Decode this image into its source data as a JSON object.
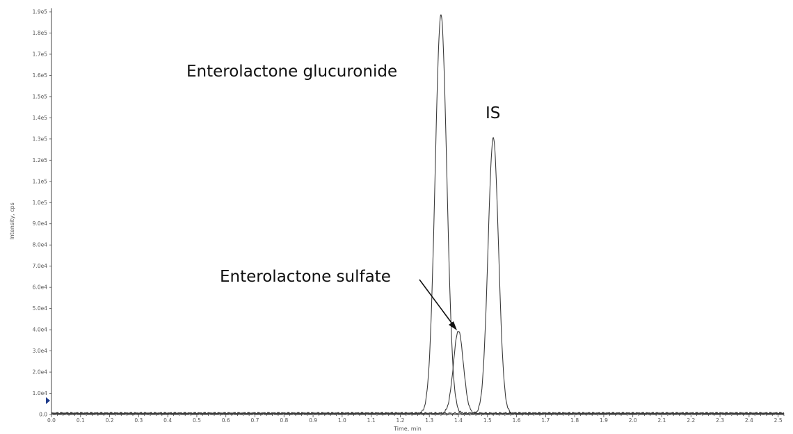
{
  "chart_data": {
    "type": "line",
    "title": "",
    "xlabel": "Time, min",
    "ylabel": "Intensity, cps",
    "xlim": [
      0,
      25.2
    ],
    "ylim": [
      0,
      190000
    ],
    "x_ticks": [
      "0.0",
      "0.1",
      "0.2",
      "0.3",
      "0.4",
      "0.5",
      "0.6",
      "0.7",
      "0.8",
      "0.9",
      "1.0",
      "1.1",
      "1.2",
      "1.3",
      "1.4",
      "1.5",
      "1.6",
      "1.7",
      "1.8",
      "1.9",
      "2.0",
      "2.1",
      "2.2",
      "2.3",
      "2.4",
      "2.5"
    ],
    "y_ticks": [
      "0.0",
      "1.0e4",
      "2.0e4",
      "3.0e4",
      "4.0e4",
      "5.0e4",
      "6.0e4",
      "7.0e4",
      "8.0e4",
      "9.0e4",
      "1.0e5",
      "1.1e5",
      "1.2e5",
      "1.3e5",
      "1.4e5",
      "1.5e5",
      "1.6e5",
      "1.7e5",
      "1.8e5",
      "1.9e5"
    ],
    "grid": false,
    "legend": "none",
    "series": [
      {
        "peak_time": 13.4,
        "peak_intensity": 188000,
        "width": 0.2
      },
      {
        "peak_time": 14.0,
        "peak_intensity": 39000,
        "width": 0.17
      },
      {
        "peak_time": 15.2,
        "peak_intensity": 130000,
        "width": 0.18
      }
    ],
    "annotations": [
      {
        "text": "Enterolactone glucuronide"
      },
      {
        "text": "Enterolactone sulfate"
      },
      {
        "text": "IS"
      }
    ]
  }
}
